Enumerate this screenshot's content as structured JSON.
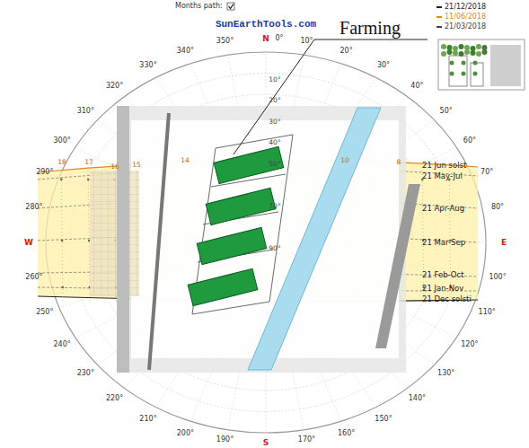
{
  "diagram": {
    "labels": [
      "Months path:",
      "SunEarthTools.com",
      "N",
      "W",
      "E",
      "S",
      "0°",
      "10°",
      "20°",
      "30°",
      "40°",
      "50°",
      "60°",
      "70°",
      "80°",
      "100°",
      "110°",
      "120°",
      "130°",
      "140°",
      "150°",
      "160°",
      "170°",
      "190°",
      "200°",
      "210°",
      "220°",
      "230°",
      "240°",
      "250°",
      "260°",
      "280°",
      "290°",
      "300°",
      "310°",
      "320°",
      "330°",
      "340°",
      "350°",
      "10°",
      "20°",
      "30°",
      "40°",
      "50°",
      "70°",
      "90°",
      "21 Jun solst",
      "21 May-Jul",
      "21 Apr-Aug",
      "21 Mar-Sep",
      "21 Feb-Oct",
      "21 Jan-Nov",
      "21 Dec solsti",
      "18",
      "17",
      "16",
      "15",
      "14",
      "10",
      "8",
      "Farming"
    ],
    "legend": [
      {
        "text": "21/12/2018",
        "color": "#222222"
      },
      {
        "text": "11/06/2018",
        "color": "#e08a1e"
      },
      {
        "text": "21/03/2018",
        "color": "#444444"
      }
    ]
  }
}
